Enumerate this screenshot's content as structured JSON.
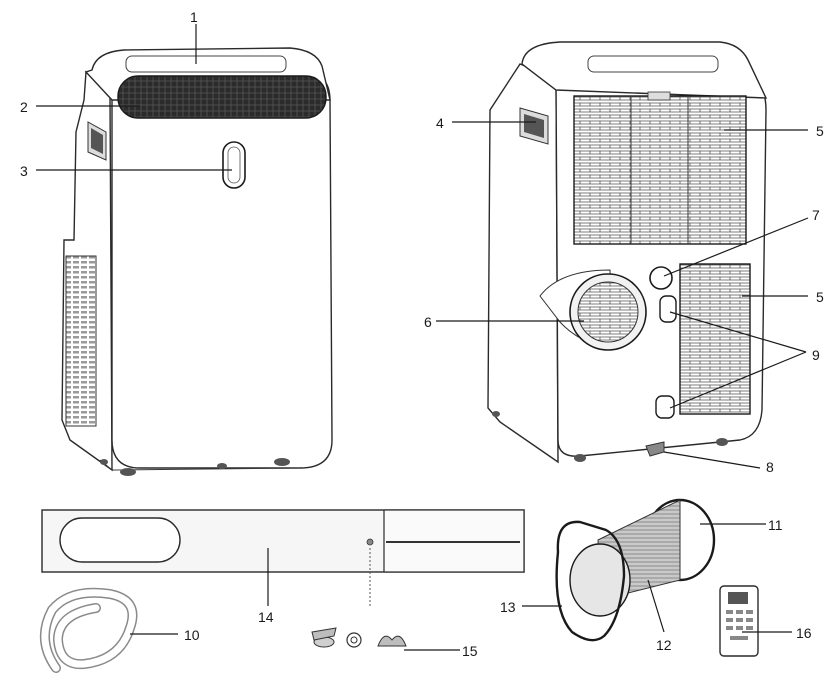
{
  "callouts": [
    "1",
    "2",
    "3",
    "4",
    "5",
    "5",
    "6",
    "7",
    "8",
    "9",
    "10",
    "11",
    "12",
    "13",
    "14",
    "15",
    "16"
  ]
}
